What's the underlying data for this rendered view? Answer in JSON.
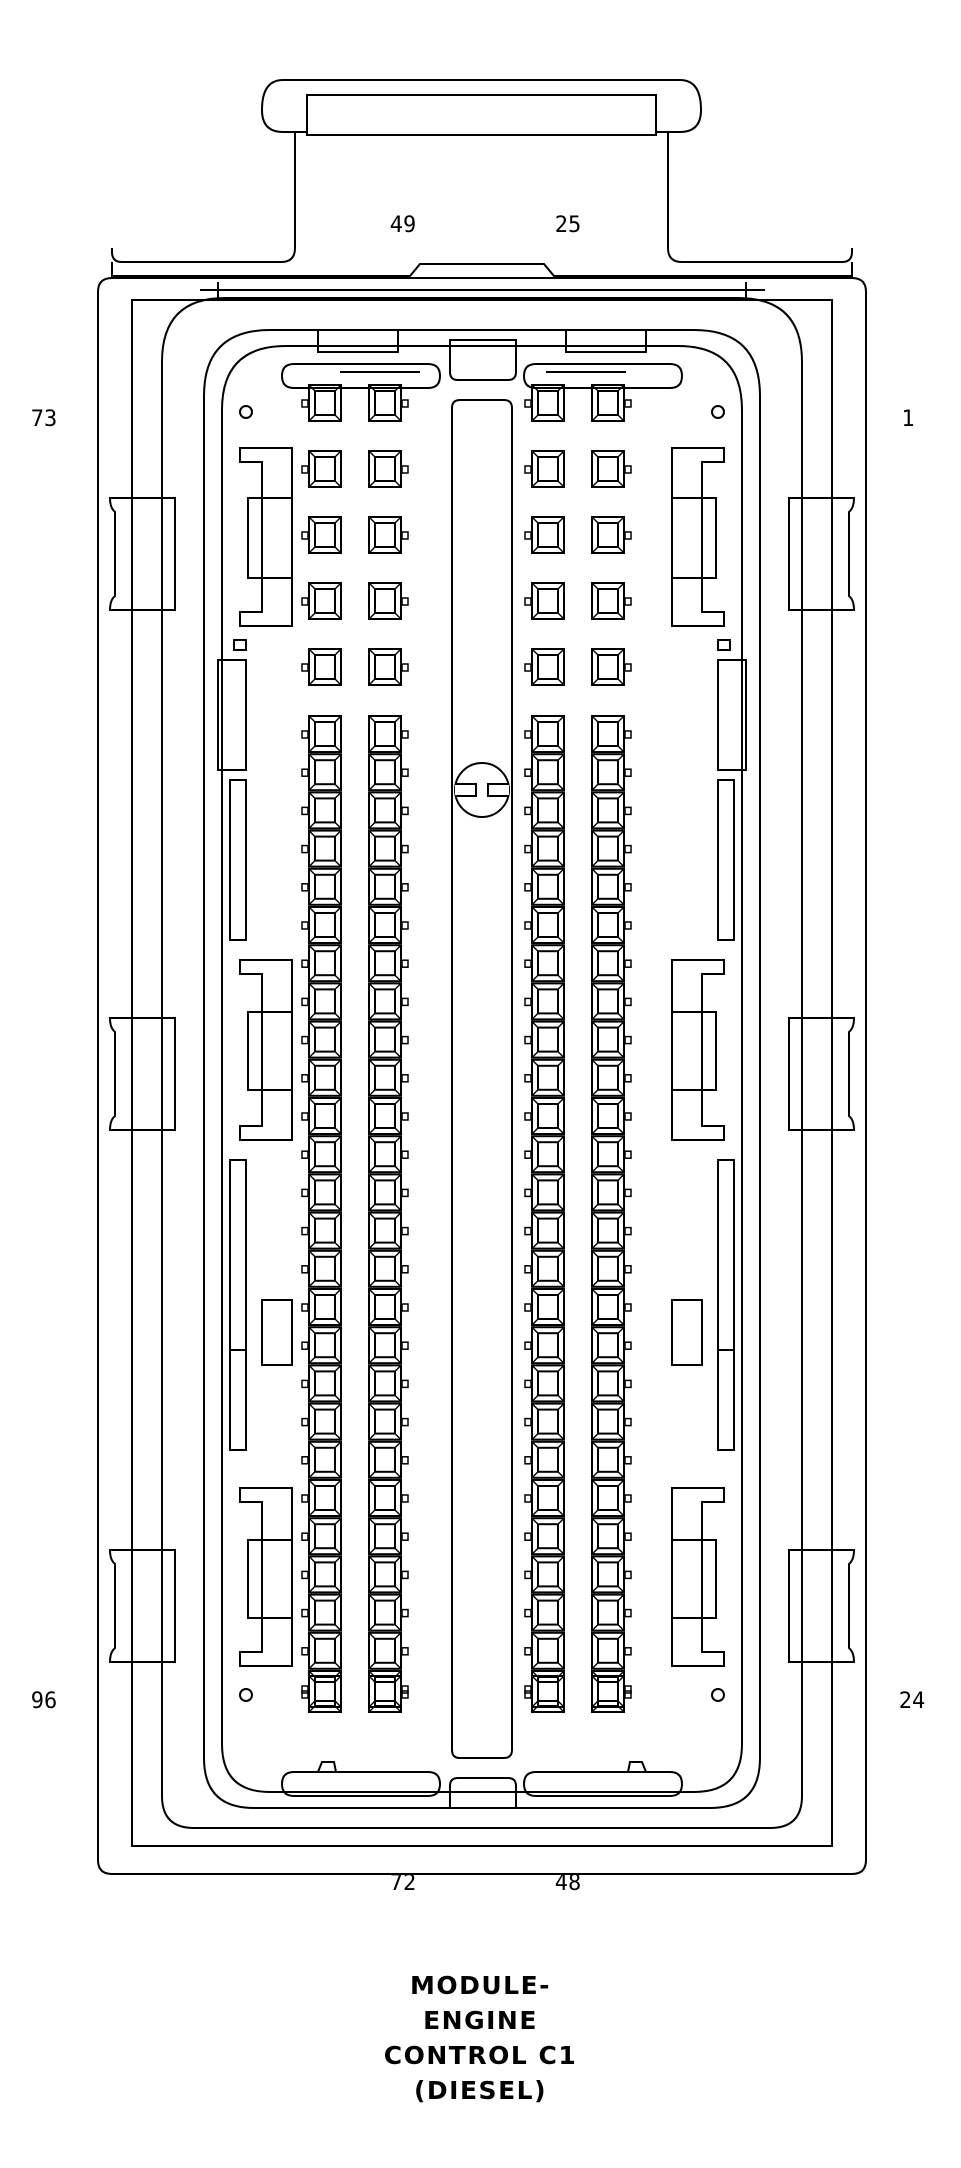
{
  "pin_labels": {
    "top_left": "49",
    "top_right": "25",
    "left_top": "73",
    "right_top": "1",
    "left_bottom": "96",
    "right_bottom": "24",
    "bottom_left": "72",
    "bottom_right": "48"
  },
  "title": {
    "line1": "MODULE-",
    "line2": "ENGINE",
    "line3": "CONTROL C1",
    "line4": "(DIESEL)"
  },
  "colors": {
    "stroke": "#000000",
    "background": "#ffffff"
  }
}
